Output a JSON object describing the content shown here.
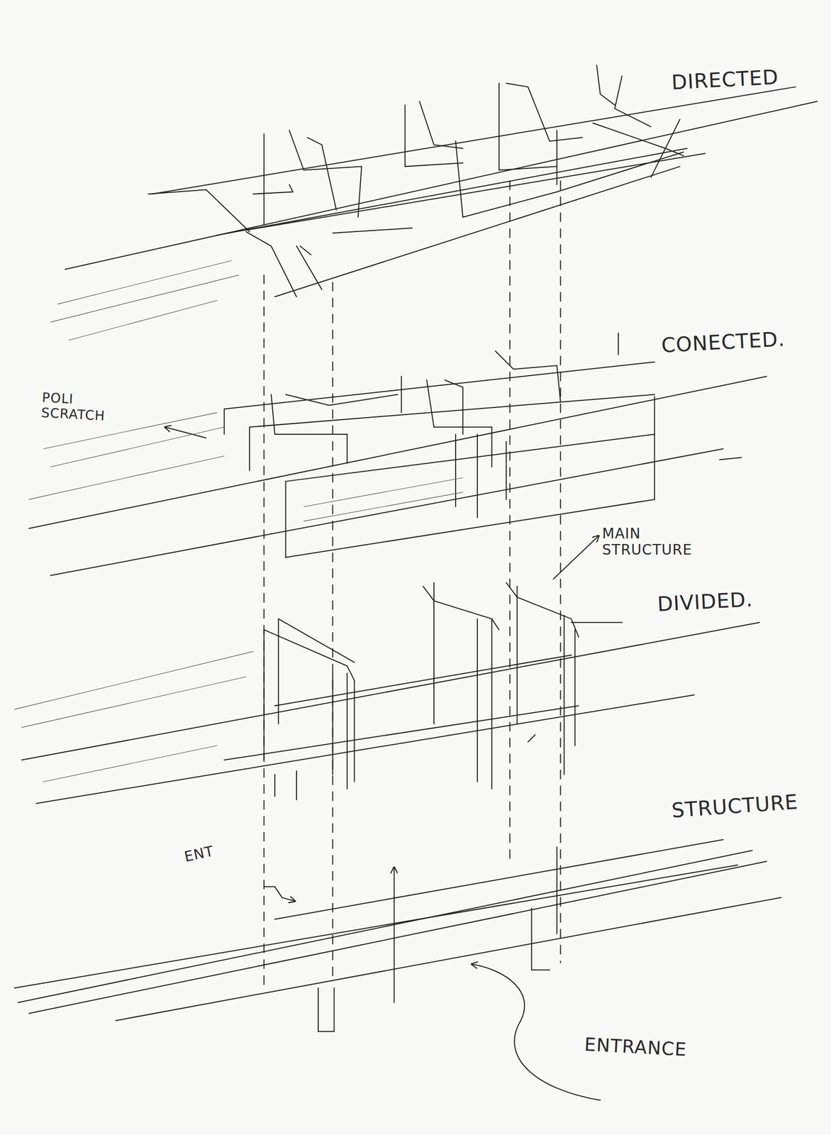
{
  "diagram": {
    "labels": [
      "DIRECTED",
      "CONECTED.",
      "POLI SCRATCH",
      "MAIN STRUCTURE",
      "DIVIDED.",
      "STRUCTURE",
      "ENT",
      "ENTRANCE"
    ]
  }
}
